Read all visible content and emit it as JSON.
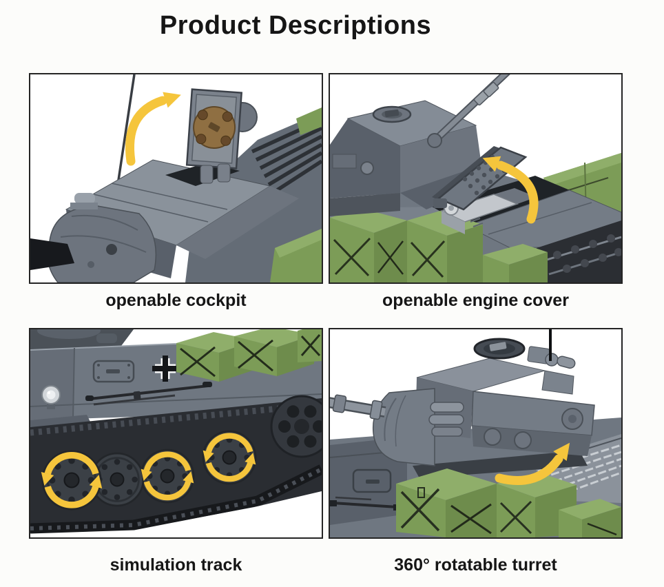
{
  "header": {
    "title": "Product Descriptions"
  },
  "panels": [
    {
      "id": "openable-cockpit",
      "caption": "openable cockpit",
      "icon": "curved-arrow-icon"
    },
    {
      "id": "openable-engine-cover",
      "caption": "openable engine cover",
      "icon": "curved-arrow-icon"
    },
    {
      "id": "simulation-track",
      "caption": "simulation track",
      "icon": "rotation-arrow-icon"
    },
    {
      "id": "rotatable-turret-360",
      "caption": "360° rotatable turret",
      "icon": "curved-arrow-icon"
    }
  ],
  "colors": {
    "accent_yellow": "#F5C53C",
    "brick_gray": "#6F7781",
    "brick_gray_light": "#8A919B",
    "brick_gray_dark": "#4E545C",
    "military_green": "#7C9C57",
    "military_green_light": "#8FAE6A",
    "hatch_brown": "#8F6F42",
    "track_black": "#2A2D32",
    "background": "#FCFCFA",
    "border": "#242424",
    "text": "#161616"
  }
}
